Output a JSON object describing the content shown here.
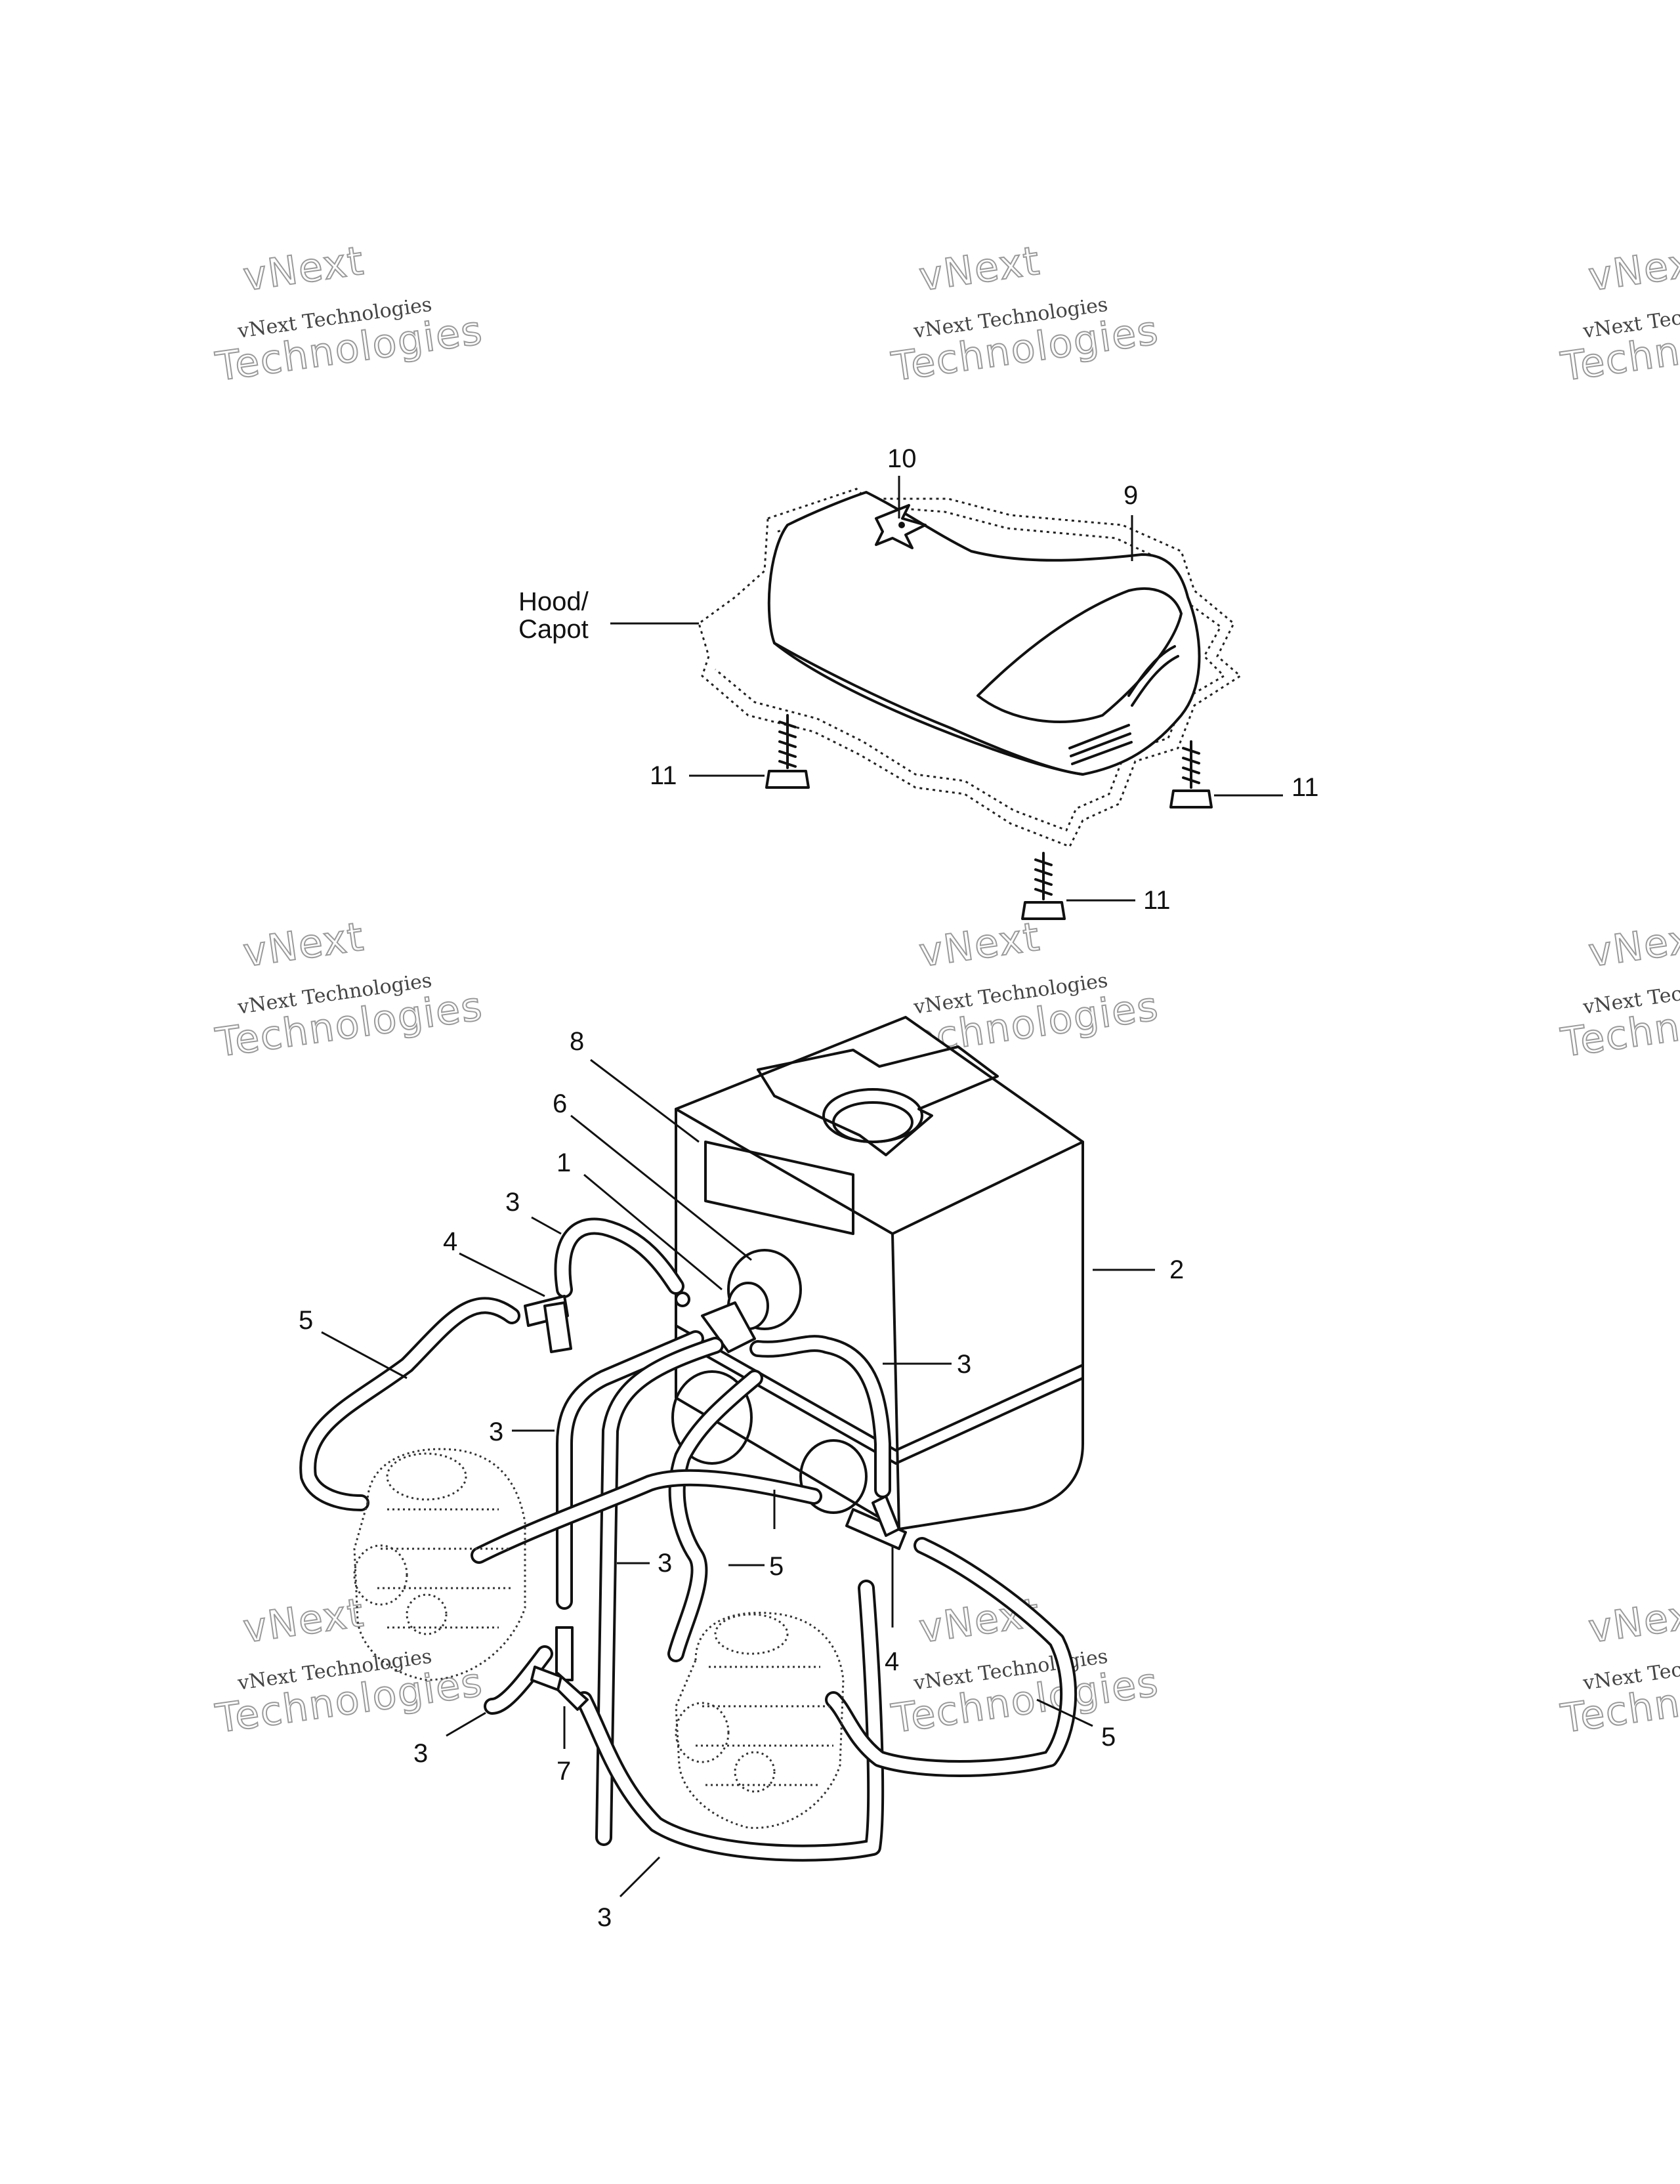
{
  "watermark": {
    "line1": "vNext",
    "line2": "vNext Technologies",
    "line3": "Technologies"
  },
  "callouts": {
    "hood": [
      "Hood/",
      "Capot"
    ],
    "n1": "1",
    "n2": "2",
    "n3": "3",
    "n4": "4",
    "n5": "5",
    "n6": "6",
    "n7": "7",
    "n8": "8",
    "n9": "9",
    "n10": "10",
    "n11": "11"
  }
}
